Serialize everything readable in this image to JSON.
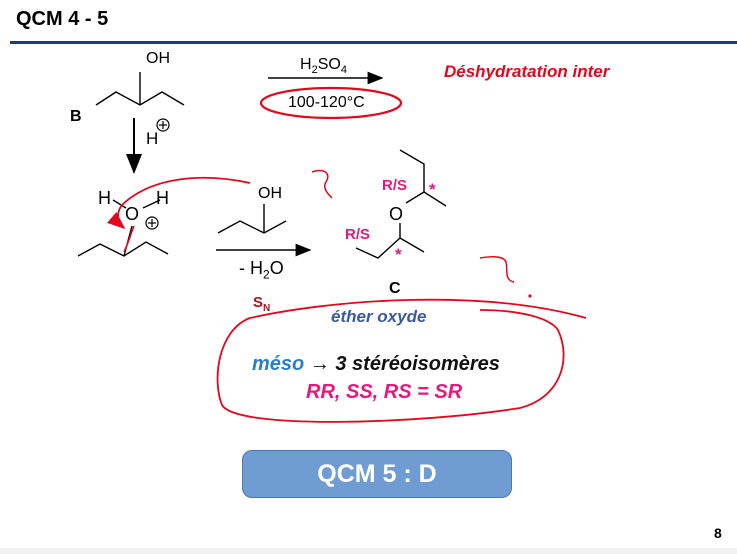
{
  "slide": {
    "title": "QCM 4 - 5",
    "page_number": "8"
  },
  "molecules": {
    "b_label": "B",
    "oh_top": "OH",
    "oh_second": "OH",
    "h_plus": "H",
    "h_left": "H",
    "o_center": "O",
    "h_right": "H",
    "c_label": "C",
    "ether_o": "O"
  },
  "reaction": {
    "acid_main": "H",
    "acid_sub1": "2",
    "acid_rest": "SO",
    "acid_sub2": "4",
    "temperature": "100-120°C",
    "dehydration_label": "Déshydratation inter",
    "minus_water": "- H",
    "minus_water_sub": "2",
    "minus_water_end": "O",
    "mechanism_main": "S",
    "mechanism_sub": "N"
  },
  "stereo": {
    "rs_top": "R/S",
    "rs_bottom": "R/S",
    "star": "*",
    "ether_type": "éther oxyde",
    "meso_word": "méso",
    "arrow": "→",
    "meso_rest": " 3 stéréoisomères",
    "isomers": "RR, SS, RS = SR"
  },
  "answer": {
    "label": "QCM 5 : D"
  },
  "colors": {
    "title_rule": "#1f3b7a",
    "annotation_red": "#e3071d",
    "stereo_pink": "#e8177d",
    "answer_bg": "#6f9dd3"
  }
}
